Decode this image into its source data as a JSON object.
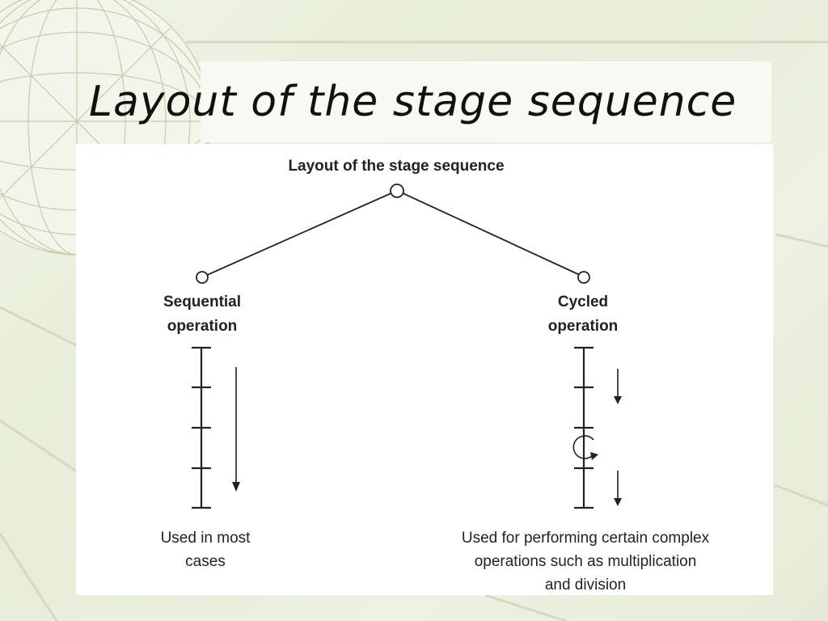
{
  "slide": {
    "title": "Layout of the stage sequence"
  },
  "diagram": {
    "heading": "Layout of the stage sequence",
    "left": {
      "label_line1": "Sequential",
      "label_line2": "operation",
      "note_line1": "Used in most",
      "note_line2": "cases"
    },
    "right": {
      "label_line1": "Cycled",
      "label_line2": "operation",
      "note_line1": "Used for performing certain complex",
      "note_line2": "operations such as multiplication",
      "note_line3": "and division"
    }
  },
  "theme": {
    "background": "#eef1e2",
    "panel": "#ffffff",
    "line": "#222222",
    "globe_line": "#c9cfae"
  }
}
